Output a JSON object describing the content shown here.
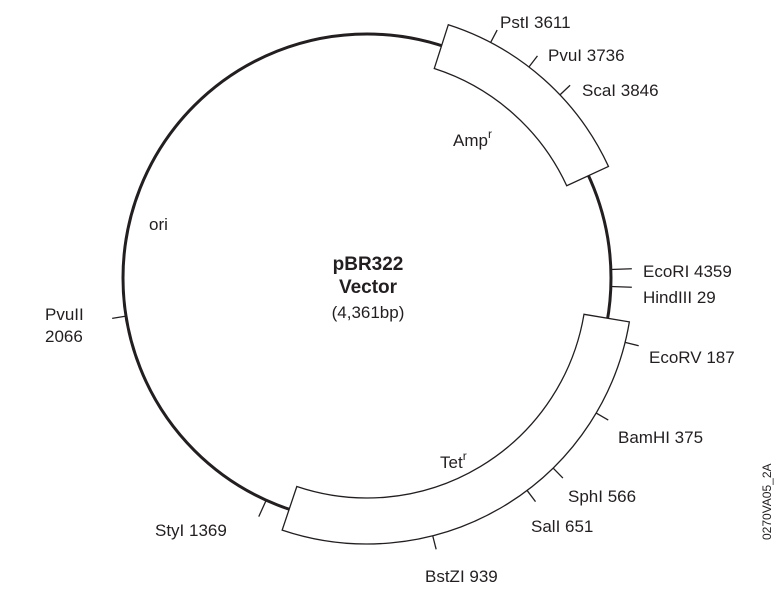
{
  "plasmid": {
    "name": "pBR322",
    "subtitle": "Vector",
    "size": "(4,361bp)"
  },
  "features": {
    "amp": {
      "label": "Amp",
      "sup": "r"
    },
    "tet": {
      "label": "Tet",
      "sup": "r"
    },
    "ori": "ori"
  },
  "sites": {
    "psti": "PstI 3611",
    "pvui": "PvuI 3736",
    "scai": "ScaI 3846",
    "ecori": "EcoRI 4359",
    "hindiii": "HindIII 29",
    "ecorv": "EcoRV 187",
    "bamhi": "BamHI 375",
    "sphi": "SphI 566",
    "sali": "SalI 651",
    "bstzi": "BstZI 939",
    "styi": "StyI 1369",
    "pvuii_name": "PvuII",
    "pvuii_pos": "2066"
  },
  "figure_id": "0270VA05_2A",
  "colors": {
    "ink": "#231f20"
  }
}
